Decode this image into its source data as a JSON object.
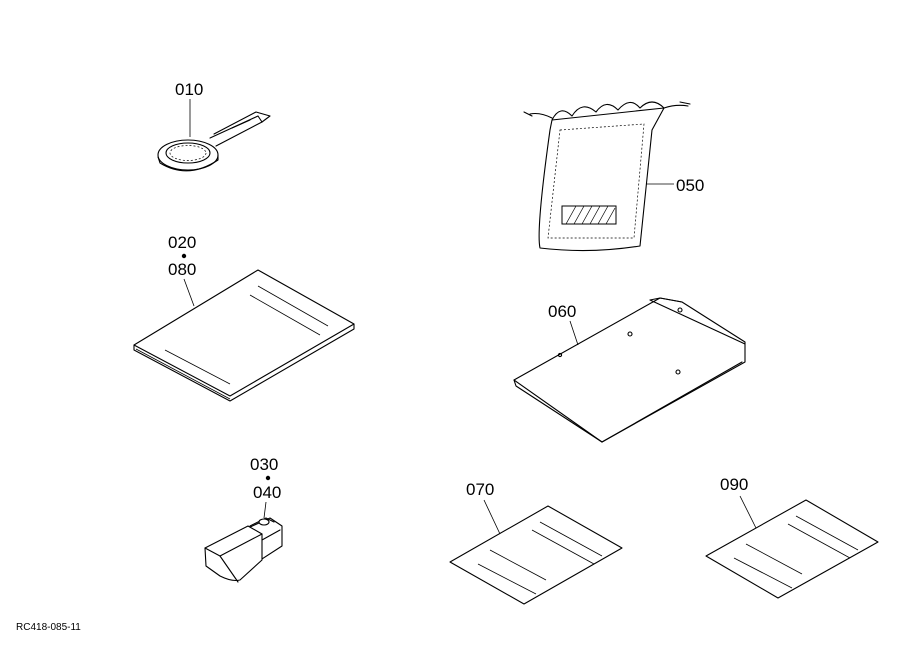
{
  "diagram": {
    "parts": [
      {
        "label": "010",
        "part": "wrench"
      },
      {
        "label": "020",
        "part": "manual"
      },
      {
        "label": "080",
        "part": "manual"
      },
      {
        "label": "030",
        "part": "fuse-block"
      },
      {
        "label": "040",
        "part": "fuse-block"
      },
      {
        "label": "050",
        "part": "tool-bag"
      },
      {
        "label": "060",
        "part": "cover-plate"
      },
      {
        "label": "070",
        "part": "sheet"
      },
      {
        "label": "090",
        "part": "sheet"
      }
    ],
    "drawing_code": "RC418-085-11"
  }
}
